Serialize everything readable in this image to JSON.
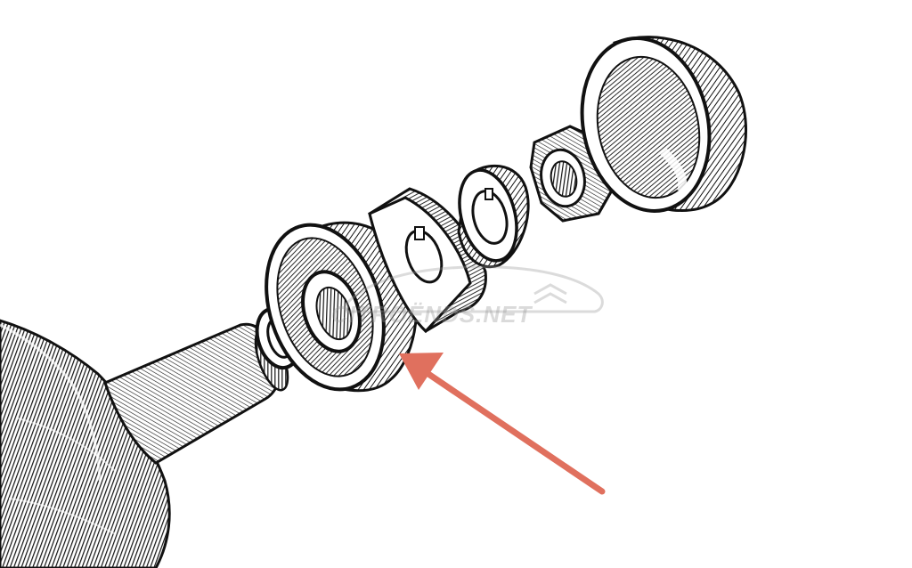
{
  "diagram": {
    "watermark_text": "CITROËNDS.NET",
    "colors": {
      "ink": "#111111",
      "paper": "#ffffff",
      "arrow": "#e0705e",
      "watermark": "#9a9a9a"
    },
    "parts": [
      {
        "id": "axle-body",
        "icon": "axle-housing-icon"
      },
      {
        "id": "shaft",
        "icon": "tapered-shaft-icon"
      },
      {
        "id": "small-washer",
        "icon": "washer-icon"
      },
      {
        "id": "bearing-ring",
        "icon": "bearing-ring-icon"
      },
      {
        "id": "lock-plate",
        "icon": "lock-plate-icon"
      },
      {
        "id": "tab-washer",
        "icon": "tab-washer-icon"
      },
      {
        "id": "hex-nut",
        "icon": "hex-nut-icon"
      },
      {
        "id": "dust-cap",
        "icon": "dust-cap-icon"
      }
    ],
    "highlighted_part": "bearing-ring"
  }
}
